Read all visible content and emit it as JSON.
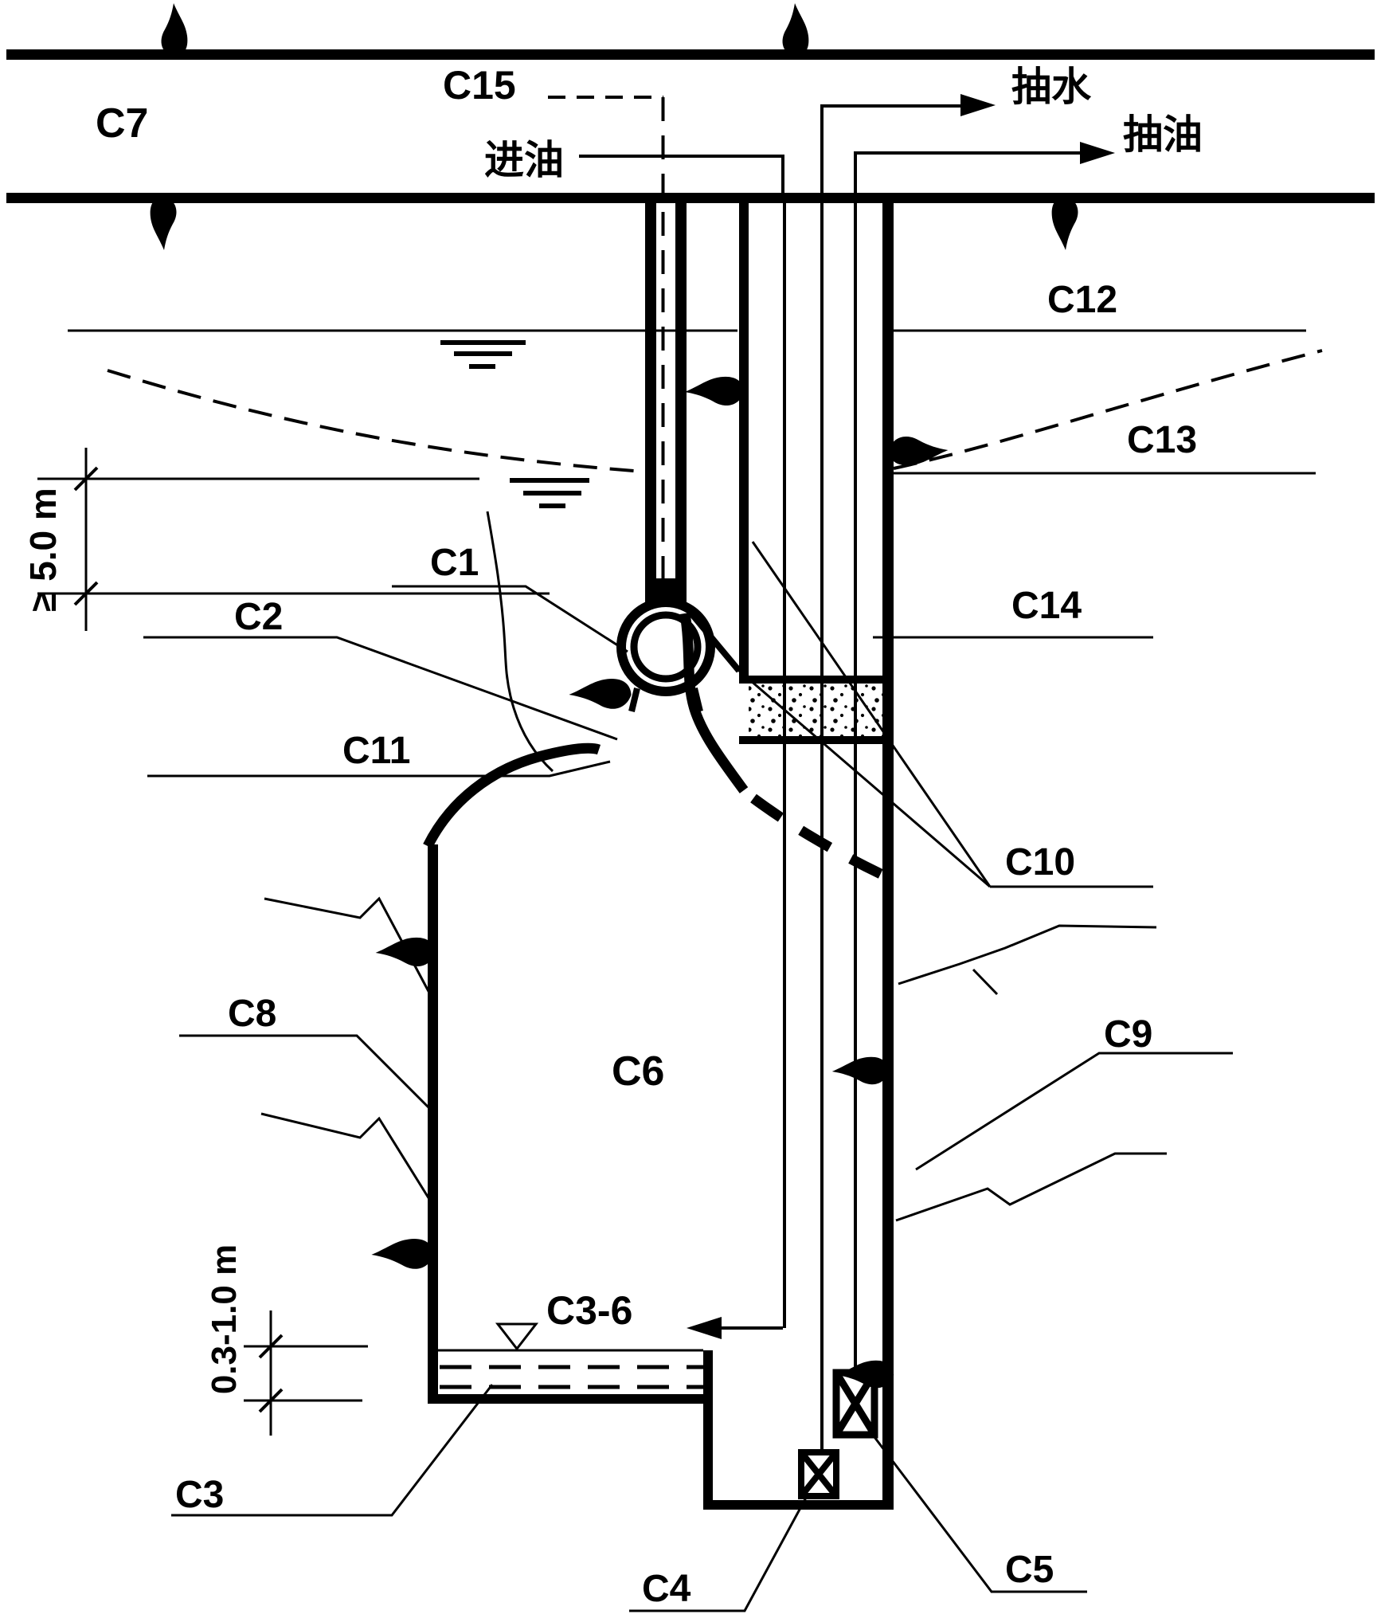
{
  "figure": {
    "type": "engineering-section-diagram",
    "subject": "underground water-sealed oil storage cavern with access shaft, pipes and pumps",
    "ink_color": "#000000",
    "paper_color": "#ffffff"
  },
  "labels": {
    "c1": {
      "text": "C1"
    },
    "c2": {
      "text": "C2"
    },
    "c3": {
      "text": "C3"
    },
    "c4": {
      "text": "C4"
    },
    "c5": {
      "text": "C5"
    },
    "c6": {
      "text": "C6"
    },
    "c7": {
      "text": "C7"
    },
    "c8": {
      "text": "C8"
    },
    "c9": {
      "text": "C9"
    },
    "c10": {
      "text": "C10"
    },
    "c11": {
      "text": "C11"
    },
    "c12": {
      "text": "C12"
    },
    "c13": {
      "text": "C13"
    },
    "c14": {
      "text": "C14"
    },
    "c15": {
      "text": "C15"
    },
    "c36": {
      "text": "C3-6"
    },
    "oil_in": {
      "text": "进油"
    },
    "pump_water": {
      "text": "抽水"
    },
    "pump_oil": {
      "text": "抽油"
    },
    "dim_top": {
      "text": "≥ 5.0 m"
    },
    "dim_bottom": {
      "text": "0.3-1.0 m"
    }
  }
}
